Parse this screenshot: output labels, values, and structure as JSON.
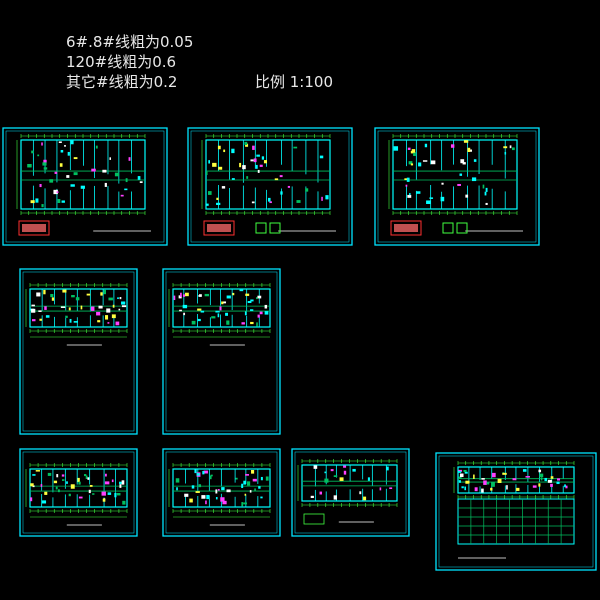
{
  "notes": {
    "line1": "6#.8#线粗为0.05",
    "line2": "120#线粗为0.6",
    "line3": "其它#线粗为0.2",
    "scale": "比例 1:100"
  },
  "colors": {
    "background": "#000000",
    "frame": "#00e5ff",
    "wall": "#00ffff",
    "line": "#00c060",
    "dim": "#40ff40",
    "accent_magenta": "#ff40ff",
    "accent_yellow": "#ffff40",
    "accent_red": "#ff3030",
    "text": "#e8e8e8"
  },
  "sheets": [
    {
      "id": "sheet-1",
      "kind": "plan-wide"
    },
    {
      "id": "sheet-2",
      "kind": "plan-wide"
    },
    {
      "id": "sheet-3",
      "kind": "plan-wide"
    },
    {
      "id": "sheet-4",
      "kind": "plan-unit"
    },
    {
      "id": "sheet-5",
      "kind": "plan-unit"
    },
    {
      "id": "sheet-6",
      "kind": "plan-unit"
    },
    {
      "id": "sheet-7",
      "kind": "plan-unit"
    },
    {
      "id": "sheet-8",
      "kind": "plan-small"
    },
    {
      "id": "sheet-9",
      "kind": "plan-small"
    },
    {
      "id": "sheet-10",
      "kind": "plan-small"
    },
    {
      "id": "sheet-11",
      "kind": "plan-grid"
    }
  ]
}
